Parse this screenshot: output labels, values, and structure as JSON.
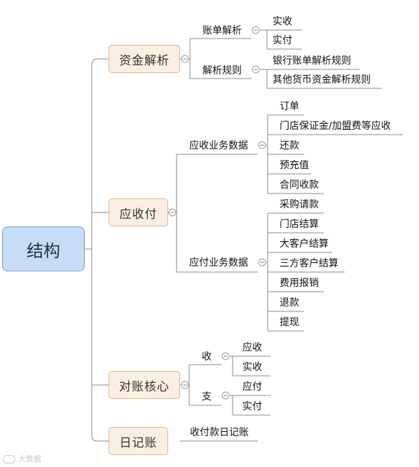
{
  "root": {
    "label": "结构"
  },
  "branches": {
    "funds": {
      "label": "资金解析",
      "groups": [
        {
          "label": "账单解析",
          "items": [
            "实收",
            "实付"
          ]
        },
        {
          "label": "解析规则",
          "items": [
            "银行账单解析规则",
            "其他货币资金解析规则"
          ]
        }
      ]
    },
    "receivables": {
      "label": "应收付",
      "groups": [
        {
          "label": "应收业务数据",
          "items": [
            "订单",
            "门店保证金/加盟费等应收",
            "还款",
            "预充值",
            "合同收款"
          ]
        },
        {
          "label": "应付业务数据",
          "items": [
            "采购请款",
            "门店结算",
            "大客户结算",
            "三方客户结算",
            "费用报销",
            "退款",
            "提现"
          ]
        }
      ]
    },
    "reconcile": {
      "label": "对账核心",
      "groups": [
        {
          "label": "收",
          "items": [
            "应收",
            "实收"
          ]
        },
        {
          "label": "支",
          "items": [
            "应付",
            "实付"
          ]
        }
      ]
    },
    "journal": {
      "label": "日记账",
      "leaf": "收付款日记账"
    }
  },
  "watermark": "大数据"
}
